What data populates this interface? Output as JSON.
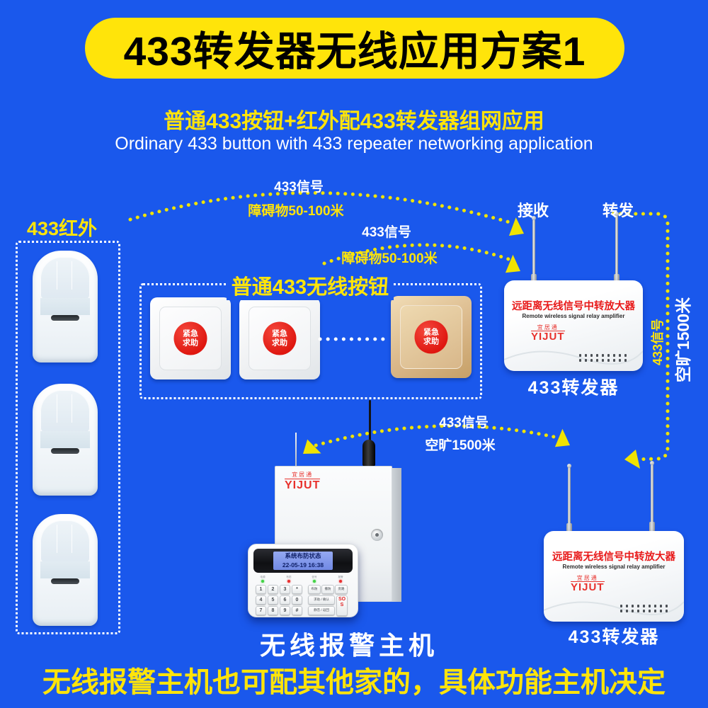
{
  "colors": {
    "background": "#1A58EC",
    "banner_yellow": "#FFE40A",
    "signal_dot_yellow": "#F0E300",
    "device_text_red": "#E81A1A",
    "emergency_circle_red": "#E01710",
    "gold_button": "#DAB88A"
  },
  "header": {
    "title": "433转发器无线应用方案1",
    "subtitle_cn": "普通433按钮+红外配433转发器组网应用",
    "subtitle_en": "Ordinary 433 button with 433 repeater networking application"
  },
  "signals": {
    "arc1_line1": "433信号",
    "arc1_line2": "障碍物50-100米",
    "arc2_line1": "433信号",
    "arc2_line2": "障碍物50-100米",
    "arc3_line1": "433信号",
    "arc3_line2": "空旷1500米",
    "vertical_line1": "433信号",
    "vertical_line2": "空旷1500米"
  },
  "ir_group": {
    "label": "433红外"
  },
  "button_group": {
    "label": "普通433无线按钮",
    "button_text_line1": "紧急",
    "button_text_line2": "求助"
  },
  "repeater": {
    "receive_label": "接收",
    "forward_label": "转发",
    "name_cn": "远距离无线信号中转放大器",
    "name_en": "Remote wireless signal relay amplifier",
    "brand_cn": "宜居通",
    "brand_en": "YIJUT",
    "caption": "433转发器"
  },
  "host": {
    "brand_cn": "宜居通",
    "brand_en": "YIJUT",
    "lcd_line1": "系统布防状态",
    "lcd_line2": "22-05-19  16:38",
    "led_labels": [
      "电源",
      "布防",
      "信号",
      "报警"
    ],
    "key_rows": [
      [
        "1",
        "2",
        "3",
        "*"
      ],
      [
        "4",
        "5",
        "6",
        "0"
      ],
      [
        "7",
        "8",
        "9",
        "#"
      ]
    ],
    "fn_row1": [
      "布防",
      "撤防",
      "旁路"
    ],
    "fn_confirm": "求助 / 确认",
    "fn_back": "静音 / 返回",
    "sos": "SOS",
    "caption": "无线报警主机"
  },
  "footer": {
    "text": "无线报警主机也可配其他家的，具体功能主机决定"
  }
}
